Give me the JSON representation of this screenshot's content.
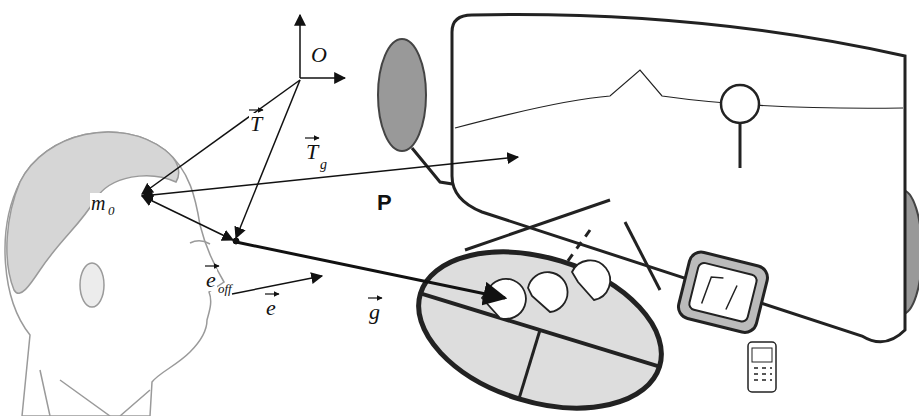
{
  "diagram": {
    "labels": [
      "O",
      "T",
      "T",
      "g",
      "m",
      "0",
      "e",
      "off",
      "e",
      "g",
      "P"
    ]
  }
}
